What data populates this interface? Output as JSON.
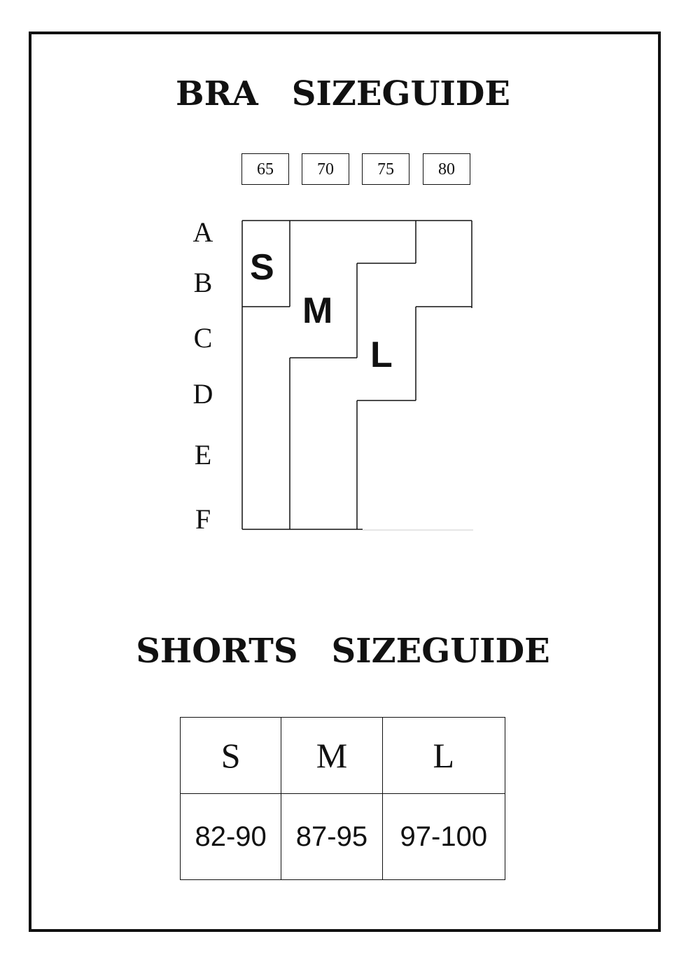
{
  "bra": {
    "title": "BRA　SIZEGUIDE",
    "band_sizes": [
      "65",
      "70",
      "75",
      "80"
    ],
    "cup_sizes": [
      "A",
      "B",
      "C",
      "D",
      "E",
      "F"
    ],
    "size_marks": [
      "S",
      "M",
      "L"
    ]
  },
  "shorts": {
    "title": "SHORTS　SIZEGUIDE",
    "sizes": [
      "S",
      "M",
      "L"
    ],
    "ranges": [
      "82-90",
      "87-95",
      "97-100"
    ]
  }
}
